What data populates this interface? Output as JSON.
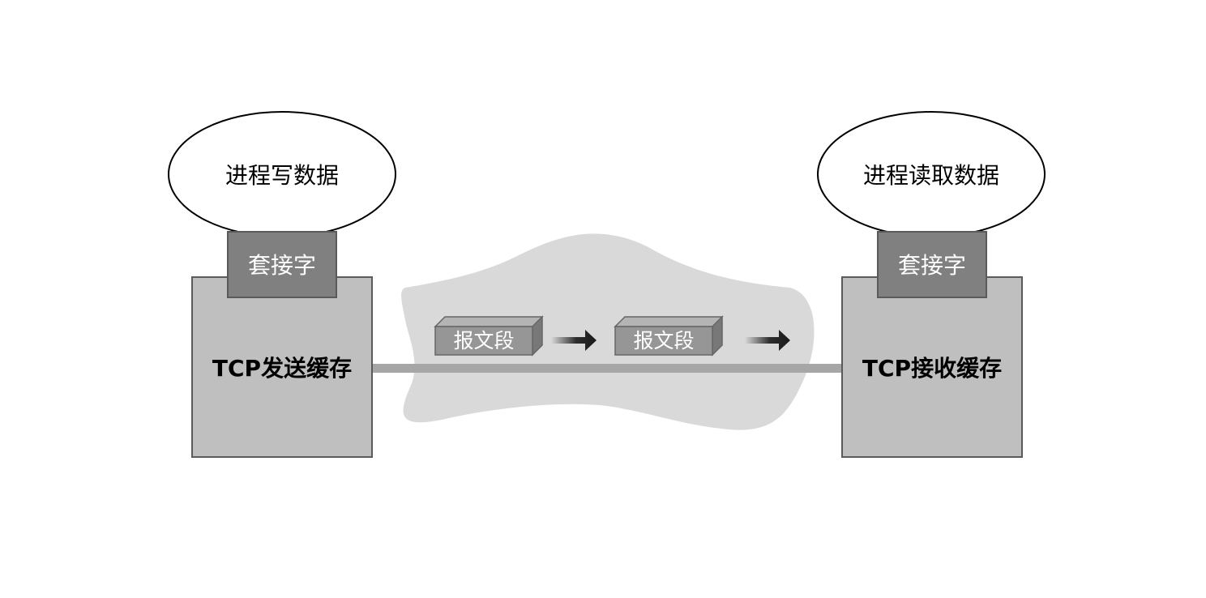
{
  "sender": {
    "process_label": "进程写数据",
    "socket_label": "套接字",
    "buffer_label": "TCP发送缓存"
  },
  "receiver": {
    "process_label": "进程读取数据",
    "socket_label": "套接字",
    "buffer_label": "TCP接收缓存"
  },
  "segments": [
    {
      "label": "报文段"
    },
    {
      "label": "报文段"
    }
  ],
  "colors": {
    "cloud": "#d9d9d9",
    "buffer": "#bfbfbf",
    "socket": "#808080",
    "connection": "#a6a6a6",
    "segment_front": "#969696",
    "segment_top": "#b4b4b4",
    "segment_side": "#787878",
    "arrow": "#1a1a1a"
  }
}
